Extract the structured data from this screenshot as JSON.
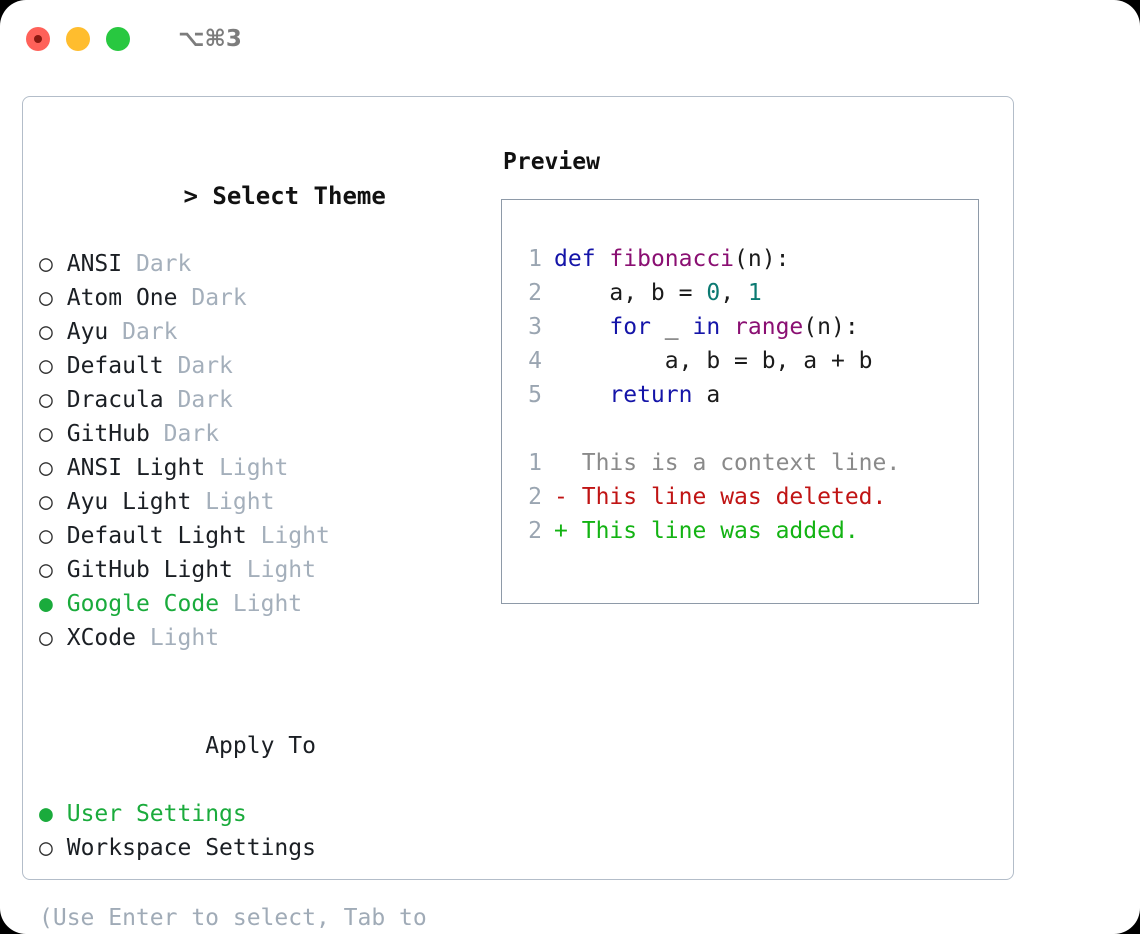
{
  "titlebar": {
    "shortcut": "⌥⌘3",
    "buttons": [
      "close",
      "minimize",
      "maximize"
    ]
  },
  "theme_picker": {
    "prompt_marker": ">",
    "title": "Select Theme",
    "unselected_marker": "○",
    "selected_marker": "●",
    "selected_color": "#1aab3c",
    "tag_color": "#a4afbb",
    "items": [
      {
        "marker": "○",
        "name": "ANSI",
        "tag": "Dark",
        "selected": false
      },
      {
        "marker": "○",
        "name": "Atom One",
        "tag": "Dark",
        "selected": false
      },
      {
        "marker": "○",
        "name": "Ayu",
        "tag": "Dark",
        "selected": false
      },
      {
        "marker": "○",
        "name": "Default",
        "tag": "Dark",
        "selected": false
      },
      {
        "marker": "○",
        "name": "Dracula",
        "tag": "Dark",
        "selected": false
      },
      {
        "marker": "○",
        "name": "GitHub",
        "tag": "Dark",
        "selected": false
      },
      {
        "marker": "○",
        "name": "ANSI Light",
        "tag": "Light",
        "selected": false
      },
      {
        "marker": "○",
        "name": "Ayu Light",
        "tag": "Light",
        "selected": false
      },
      {
        "marker": "○",
        "name": "Default Light",
        "tag": "Light",
        "selected": false
      },
      {
        "marker": "○",
        "name": "GitHub Light",
        "tag": "Light",
        "selected": false
      },
      {
        "marker": "●",
        "name": "Google Code",
        "tag": "Light",
        "selected": true
      },
      {
        "marker": "○",
        "name": "XCode",
        "tag": "Light",
        "selected": false
      }
    ]
  },
  "apply_to": {
    "title": "Apply To",
    "items": [
      {
        "marker": "●",
        "name": "User Settings",
        "selected": true
      },
      {
        "marker": "○",
        "name": "Workspace Settings",
        "selected": false
      }
    ]
  },
  "hint": "(Use Enter to select, Tab to change focus)",
  "preview": {
    "title": "Preview",
    "code_lines": [
      {
        "num": "1",
        "tokens": [
          {
            "t": "def",
            "c": "kw"
          },
          {
            "t": " ",
            "c": "pl"
          },
          {
            "t": "fibonacci",
            "c": "fn"
          },
          {
            "t": "(n):",
            "c": "punc"
          }
        ]
      },
      {
        "num": "2",
        "tokens": [
          {
            "t": "    a, b = ",
            "c": "pl"
          },
          {
            "t": "0",
            "c": "num"
          },
          {
            "t": ", ",
            "c": "pl"
          },
          {
            "t": "1",
            "c": "num"
          }
        ]
      },
      {
        "num": "3",
        "tokens": [
          {
            "t": "    ",
            "c": "pl"
          },
          {
            "t": "for",
            "c": "kw"
          },
          {
            "t": " _ ",
            "c": "pl"
          },
          {
            "t": "in",
            "c": "kw"
          },
          {
            "t": " ",
            "c": "pl"
          },
          {
            "t": "range",
            "c": "fn"
          },
          {
            "t": "(n):",
            "c": "punc"
          }
        ]
      },
      {
        "num": "4",
        "tokens": [
          {
            "t": "        a, b = b, a + b",
            "c": "pl"
          }
        ]
      },
      {
        "num": "5",
        "tokens": [
          {
            "t": "    ",
            "c": "pl"
          },
          {
            "t": "return",
            "c": "kw"
          },
          {
            "t": " a",
            "c": "pl"
          }
        ]
      }
    ],
    "diff_lines": [
      {
        "num": "1",
        "sign": " ",
        "text": "This is a context line.",
        "kind": "ctx"
      },
      {
        "num": "2",
        "sign": "-",
        "text": "This line was deleted.",
        "kind": "del"
      },
      {
        "num": "2",
        "sign": "+",
        "text": "This line was added.",
        "kind": "add"
      }
    ],
    "colors": {
      "keyword": "#1414a8",
      "function": "#8a0f72",
      "number": "#0c7a72",
      "plain": "#1b1b1b",
      "line_number": "#9aa5b1",
      "diff_context": "#8a8a8a",
      "diff_deleted": "#c01414",
      "diff_added": "#13b313"
    }
  }
}
